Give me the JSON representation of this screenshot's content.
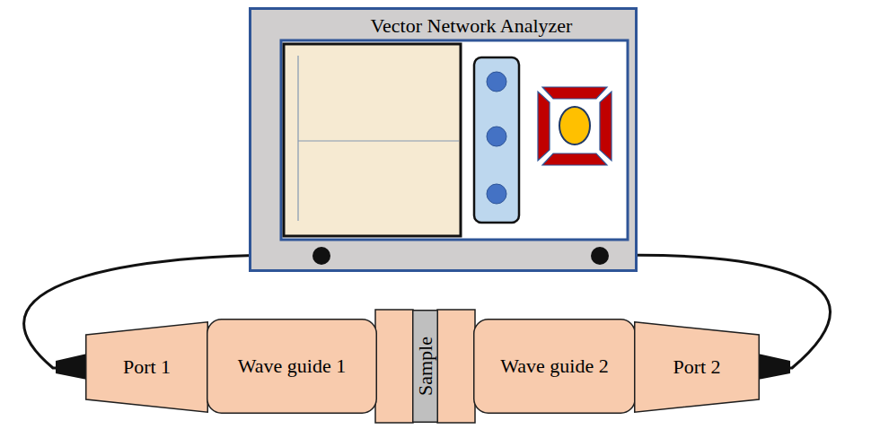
{
  "diagram": {
    "nodes": [
      {
        "text": [
          "Vector Network Analyzer"
        ]
      },
      {
        "text": [
          "Port 1"
        ]
      },
      {
        "text": [
          "Wave guide 1"
        ]
      },
      {
        "text": [
          "Sample"
        ]
      },
      {
        "text": [
          "Wave guide 2"
        ]
      },
      {
        "text": [
          "Port 2"
        ]
      }
    ],
    "edges": [
      {
        "from": 0,
        "to": 1,
        "arrow": "none"
      },
      {
        "from": 0,
        "to": 5,
        "arrow": "none"
      }
    ]
  }
}
